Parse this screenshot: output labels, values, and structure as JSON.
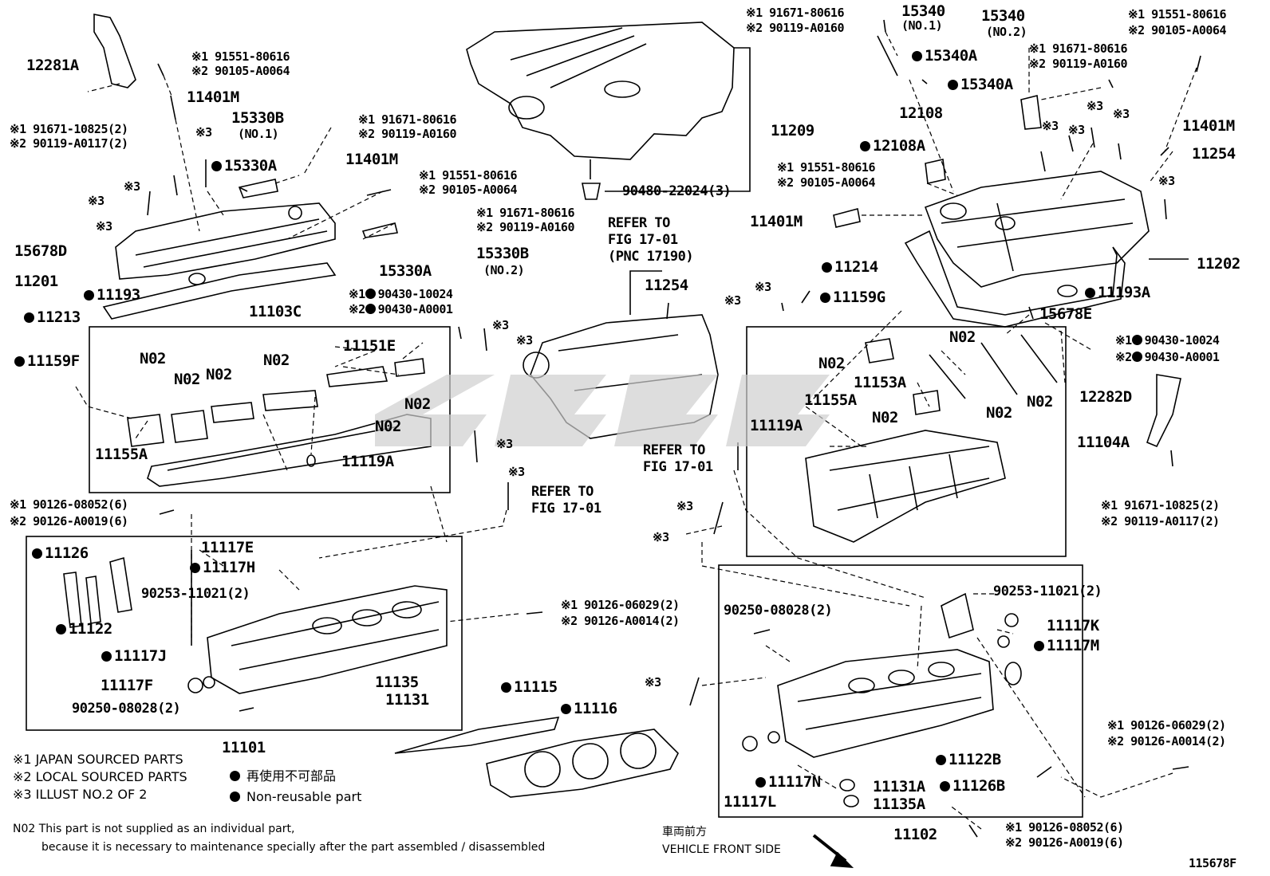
{
  "labels": {
    "p12281A": "12281A",
    "p11401M_a": "11401M",
    "p11401M_b": "11401M",
    "p11401M_c": "11401M",
    "p11401M_d": "11401M",
    "p15330B_1": "15330B",
    "p15330B_1_no": "(NO.1)",
    "p15330A_1": "15330A",
    "p15330A_2": "15330A",
    "p15330B_2": "15330B",
    "p15330B_2_no": "(NO.2)",
    "p15678D": "15678D",
    "p11201": "11201",
    "p11193": "11193",
    "p11213": "11213",
    "p11103C": "11103C",
    "p11159F": "11159F",
    "p11151E": "11151E",
    "p11155A_l": "11155A",
    "p11119A_l": "11119A",
    "p11209": "11209",
    "p90480": "90480-22024(3)",
    "refer_1701_pnc": "REFER TO",
    "refer_1701_pnc2": "FIG 17-01",
    "refer_1701_pnc3": "(PNC 17190)",
    "p11254_c": "11254",
    "refer_a1": "REFER TO",
    "refer_a2": "FIG 17-01",
    "refer_b1": "REFER TO",
    "refer_b2": "FIG 17-01",
    "p15340_1": "15340",
    "p15340_1_no": "(NO.1)",
    "p15340A_1": "15340A",
    "p15340_2": "15340",
    "p15340_2_no": "(NO.2)",
    "p15340A_2": "15340A",
    "p12108": "12108",
    "p12108A": "12108A",
    "p11254_r": "11254",
    "p11214": "11214",
    "p11202": "11202",
    "p11193A": "11193A",
    "p15678E": "15678E",
    "p11159G": "11159G",
    "p11153A": "11153A",
    "p11155A_r": "11155A",
    "p11119A_r": "11119A",
    "p12282D": "12282D",
    "p11104A": "11104A",
    "p11126": "11126",
    "p11122": "11122",
    "p11117E": "11117E",
    "p11117H": "11117H",
    "p90253_l": "90253-11021(2)",
    "p11117J": "11117J",
    "p11117F": "11117F",
    "p90250_l": "90250-08028(2)",
    "p11135": "11135",
    "p11131": "11131",
    "p11101": "11101",
    "p11115": "11115",
    "p11116": "11116",
    "p90253_r": "90253-11021(2)",
    "p90250_r": "90250-08028(2)",
    "p11117K": "11117K",
    "p11117M": "11117M",
    "p11122B": "11122B",
    "p11126B": "11126B",
    "p11117N": "11117N",
    "p11131A": "11131A",
    "p11135A": "11135A",
    "p11117L": "11117L",
    "p11102": "11102",
    "ref_no": "115678F"
  },
  "notes": {
    "a1": "※1 91551-80616",
    "a2": "※2 90105-A0064",
    "b1": "※1 91671-10825(2)",
    "b2": "※2 90119-A0117(2)",
    "c1": "※1 91671-80616",
    "c2": "※2 90119-A0160",
    "d1": "※1 91551-80616",
    "d2": "※2 90105-A0064",
    "e1": "※1 91671-80616",
    "e2": "※2 90119-A0160",
    "f1": "※1",
    "f1b": "90430-10024",
    "f2": "※2",
    "f2b": "90430-A0001",
    "g1": "※1 91671-80616",
    "g2": "※2 90119-A0160",
    "h1": "※1 91551-80616",
    "h2": "※2 90105-A0064",
    "i1": "※1 91671-80616",
    "i2": "※2 90119-A0160",
    "j1": "※1 91551-80616",
    "j2": "※2 90105-A0064",
    "k1": "※1",
    "k1b": "90430-10024",
    "k2": "※2",
    "k2b": "90430-A0001",
    "l1": "※1 91671-10825(2)",
    "l2": "※2 90119-A0117(2)",
    "m1": "※1 90126-08052(6)",
    "m2": "※2 90126-A0019(6)",
    "n1": "※1 90126-06029(2)",
    "n2": "※2 90126-A0014(2)",
    "o1": "※1 90126-06029(2)",
    "o2": "※2 90126-A0014(2)",
    "p1": "※1 90126-08052(6)",
    "p2": "※2 90126-A0019(6)",
    "x3": "※3"
  },
  "legend": {
    "l1": "※1 JAPAN SOURCED PARTS",
    "l2": "※2 LOCAL SOURCED PARTS",
    "l3": "※3 ILLUST NO.2 OF 2",
    "jp": "再使用不可部品",
    "en": "Non-reusable part",
    "n02_a": "N02 This part is not supplied as an individual part,",
    "n02_b": "because it is necessary to maintenance specially after the part assembled / disassembled",
    "front_jp": "車両前方",
    "front_en": "VEHICLE FRONT SIDE"
  },
  "n02": "N02"
}
